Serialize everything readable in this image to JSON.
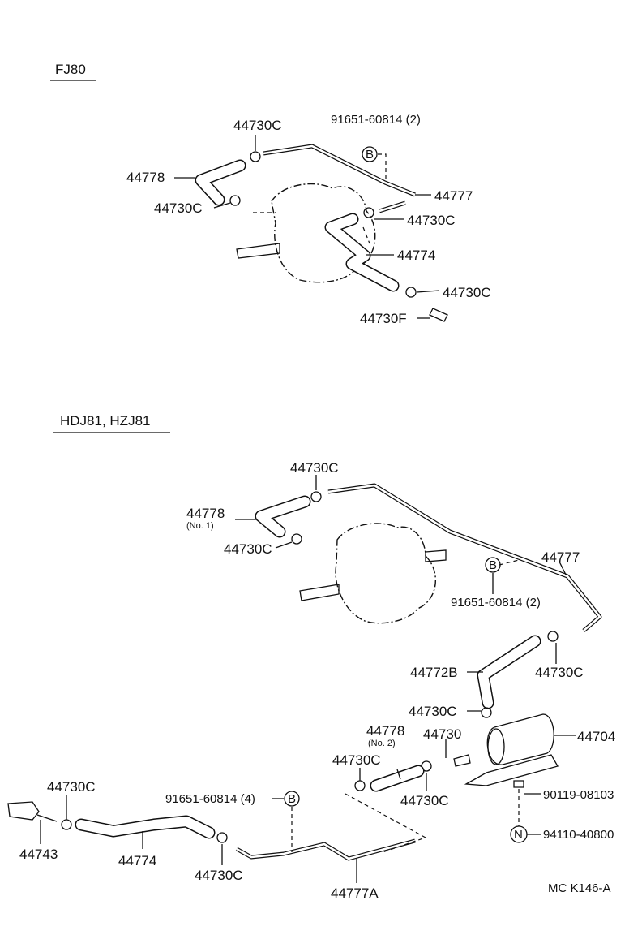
{
  "sections": [
    {
      "title": "FJ80"
    },
    {
      "title": "HDJ81, HZJ81"
    }
  ],
  "labels": {
    "fj80": {
      "clamp_top": "44730C",
      "pipe_clamp_ref": "91651-60814 (2)",
      "hose_44778": "44778",
      "clamp_left": "44730C",
      "tube_44777": "44777",
      "clamp_right": "44730C",
      "hose_44774": "44774",
      "clamp_lower": "44730C",
      "valve_44730F": "44730F",
      "callout_b": "B"
    },
    "hdj81": {
      "clamp_top": "44730C",
      "hose_44778": "44778",
      "hose_44778_note": "(No. 1)",
      "clamp_left": "44730C",
      "tube_44777": "44777",
      "callout_b1": "B",
      "pipe_clamp_ref_2": "91651-60814 (2)",
      "hose_44772b": "44772B",
      "clamp_right": "44730C",
      "clamp_mid": "44730C",
      "tank_44704": "44704",
      "hose_no2": "44778",
      "hose_no2_note": "(No. 2)",
      "valve_44730": "44730",
      "clamp_no2_left": "44730C",
      "clamp_no2_right": "44730C",
      "bolt_ref": "90119-08103",
      "callout_n": "N",
      "nut_ref": "94110-40800",
      "clamp_far_left": "44730C",
      "pipe_clamp_ref_4": "91651-60814 (4)",
      "callout_b2": "B",
      "pump_44743": "44743",
      "hose_44774": "44774",
      "clamp_bottom": "44730C",
      "tube_44777a": "44777A"
    },
    "footer_code": "MC K146-A"
  }
}
